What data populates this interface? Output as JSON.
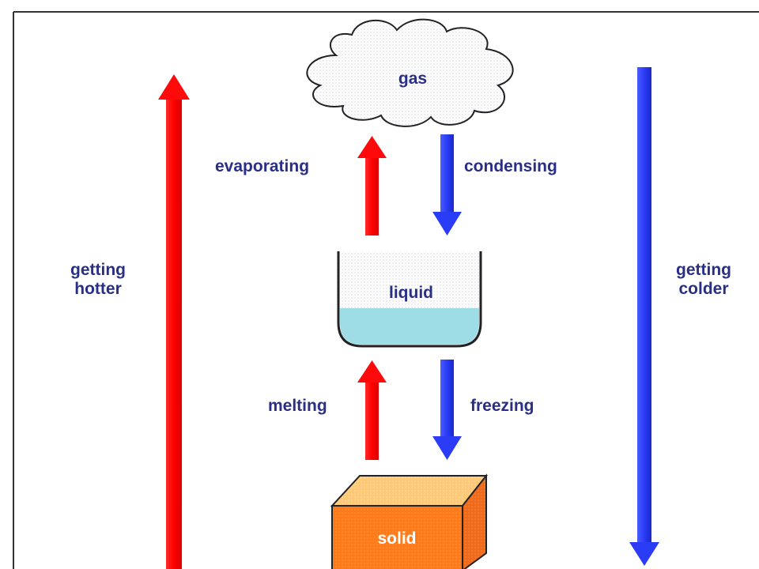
{
  "states": {
    "gas": "gas",
    "liquid": "liquid",
    "solid": "solid"
  },
  "processes": {
    "evaporating": "evaporating",
    "condensing": "condensing",
    "melting": "melting",
    "freezing": "freezing"
  },
  "sides": {
    "hotter_line1": "getting",
    "hotter_line2": "hotter",
    "colder_line1": "getting",
    "colder_line2": "colder"
  },
  "colors": {
    "heating_arrow": "#ff1010",
    "cooling_arrow": "#2a3cf5",
    "label_text": "#2a2f86",
    "liquid_fill": "#9fdde6",
    "solid_front": "#ff7a1a",
    "solid_top": "#ffc978",
    "solid_side": "#e8651a"
  }
}
